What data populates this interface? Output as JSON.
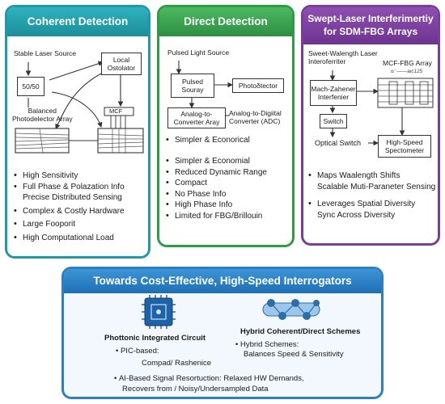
{
  "coherent": {
    "title": "Coherent Detection",
    "stable_laser": "Stable Laser Source",
    "splitter": "50/50",
    "local_osc": [
      "Local",
      "Ostolator"
    ],
    "balanced": [
      "Balanced",
      "Photodelector Array"
    ],
    "mcf": "MCF",
    "bullets": [
      "High Sensitivity",
      [
        "Full Phase & Polazation Info",
        "Precise Distributed Sensing"
      ],
      "Complex & Costly Hardware",
      "Large Fooporit",
      "High Computational Load"
    ]
  },
  "direct": {
    "title": "Direct Detection",
    "pulsed_light": "Pulsed Light Source",
    "pulsed_box": [
      "Pulsed",
      "Souray"
    ],
    "photodetector": "Photoδtector",
    "adc_box": [
      "Analog-to-",
      "Converter Aray"
    ],
    "adc_label": [
      "Analog-to-Digiital",
      "Converter (ADC)"
    ],
    "bullet_top": "Simpler & Econorical",
    "bullets": [
      "Simpler & Economial",
      "Reduced Dynamic Range",
      "Compact",
      "No Phase Info",
      "High Phase Info",
      "Limited for FBG/Brillouin"
    ]
  },
  "swept": {
    "title": [
      "Swept-Laser Interferimertiy",
      "for SDM-FBG Arrays"
    ],
    "source": [
      "Sweet-Walength Laser",
      "Interoferriter"
    ],
    "mcf_array": "MCF-FBG Array",
    "mcf_sub": "α⁻——aιc125",
    "mz": [
      "Mach-Zahener",
      "Interfenier"
    ],
    "switch": "Switch",
    "optical_switch": "Optical Switch",
    "spectrometer": [
      "High-Speed",
      "Spectometer"
    ],
    "bullets": [
      [
        "Maps Waalength Shifts",
        "Scalable Muti-Paraneter Sensing"
      ],
      [
        "Leverages Spatial Diversity",
        "Sync Across Diversity"
      ]
    ]
  },
  "bottom": {
    "title": "Towards Cost-Effective, High-Speed Interrogators",
    "pic_label": "Phottonic Integrated Circuit",
    "pic_bullet": "PIC-based:",
    "pic_sub": "Compad/ Rashenice",
    "hybrid_label": "Hybrid Coherent/Direct Schemes",
    "hybrid_bullet": [
      "Hybrid Schemes:",
      "Balances Speed & Sensitivity"
    ],
    "ai_bullet": [
      "AI-Based Signal Resortuction: Relaxed HW Demands,",
      "Recovers from / Noisy/Undersampled Data"
    ]
  },
  "colors": {
    "coherent": "#1f9aa5",
    "direct": "#2f9b45",
    "swept": "#7a3e9a",
    "bottom": "#2d7fc1"
  }
}
